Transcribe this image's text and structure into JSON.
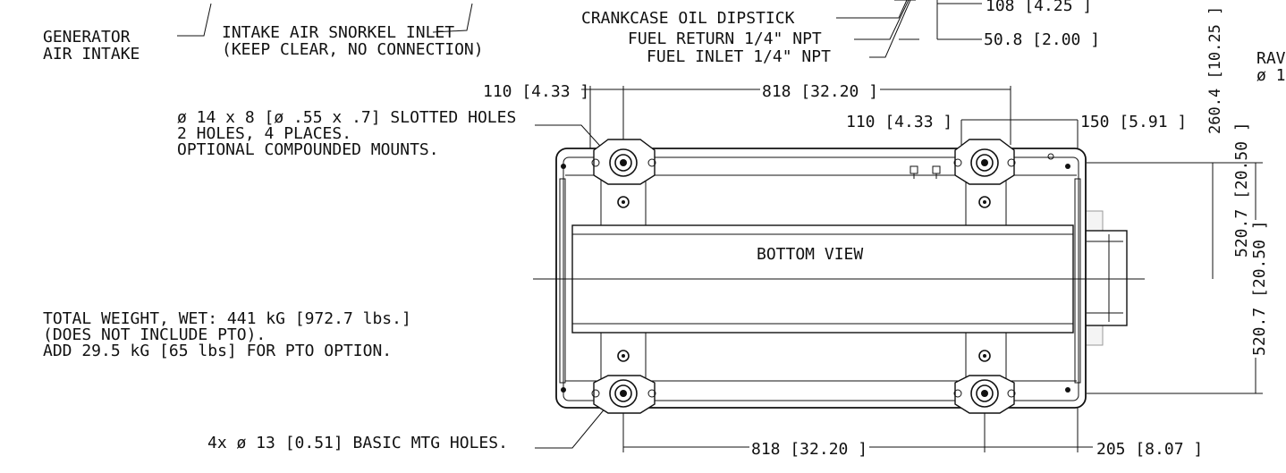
{
  "labels": {
    "generator_intake_1": "GENERATOR",
    "generator_intake_2": "AIR INTAKE",
    "snorkel_1": "INTAKE AIR SNORKEL INLET",
    "snorkel_2": "(KEEP CLEAR, NO CONNECTION)",
    "dipstick": "CRANKCASE OIL DIPSTICK",
    "fuel_return": "FUEL RETURN 1/4\" NPT",
    "fuel_inlet": "FUEL  INLET 1/4\" NPT",
    "raw_1": "RAV",
    "raw_2": "ø 1",
    "slotted_1": "ø 14 x 8 [ø .55 x .7] SLOTTED HOLES",
    "slotted_2": "2 HOLES, 4 PLACES.",
    "slotted_3": "OPTIONAL COMPOUNDED MOUNTS.",
    "weight_1": "TOTAL WEIGHT, WET:  441 kG [972.7 lbs.]",
    "weight_2": "(DOES NOT INCLUDE PTO).",
    "weight_3": "ADD 29.5 kG [65 lbs] FOR PTO OPTION.",
    "basic_holes": "4x ø 13 [0.51] BASIC MTG HOLES.",
    "view_title": "BOTTOM VIEW"
  },
  "dimensions": {
    "d108": "108 [4.25 ]",
    "d50_8": "50.8 [2.00 ]",
    "d110_left": "110 [4.33 ]",
    "d818_top": "818 [32.20 ]",
    "d110_right": "110 [4.33 ]",
    "d150": "150 [5.91 ]",
    "d260_4": "260.4 [10.25 ]",
    "d520_50": "520.7 [20.50 ]",
    "d520_7": "520.7 [20.50 ]",
    "d818_bottom": "818 [32.20 ]",
    "d205": "205 [8.07 ]"
  }
}
